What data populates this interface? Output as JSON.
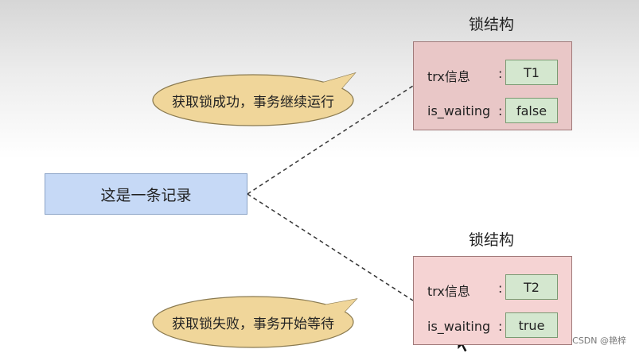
{
  "record": {
    "label": "这是一条记录"
  },
  "locks": [
    {
      "title": "锁结构",
      "trx_label": "trx信息",
      "waiting_label": "is_waiting",
      "colon": ":",
      "trx_value": "T1",
      "waiting_value": "false"
    },
    {
      "title": "锁结构",
      "trx_label": "trx信息",
      "waiting_label": "is_waiting",
      "colon": ":",
      "trx_value": "T2",
      "waiting_value": "true"
    }
  ],
  "callouts": [
    {
      "text": "获取锁成功，事务继续运行"
    },
    {
      "text": "获取锁失败，事务开始等待"
    }
  ],
  "colors": {
    "record_fill": "#c6d9f6",
    "lock_fill": "#e9c7c7",
    "value_fill": "#d4e7cf",
    "callout_fill": "#f0d69a"
  },
  "watermark": "CSDN @艳梓"
}
